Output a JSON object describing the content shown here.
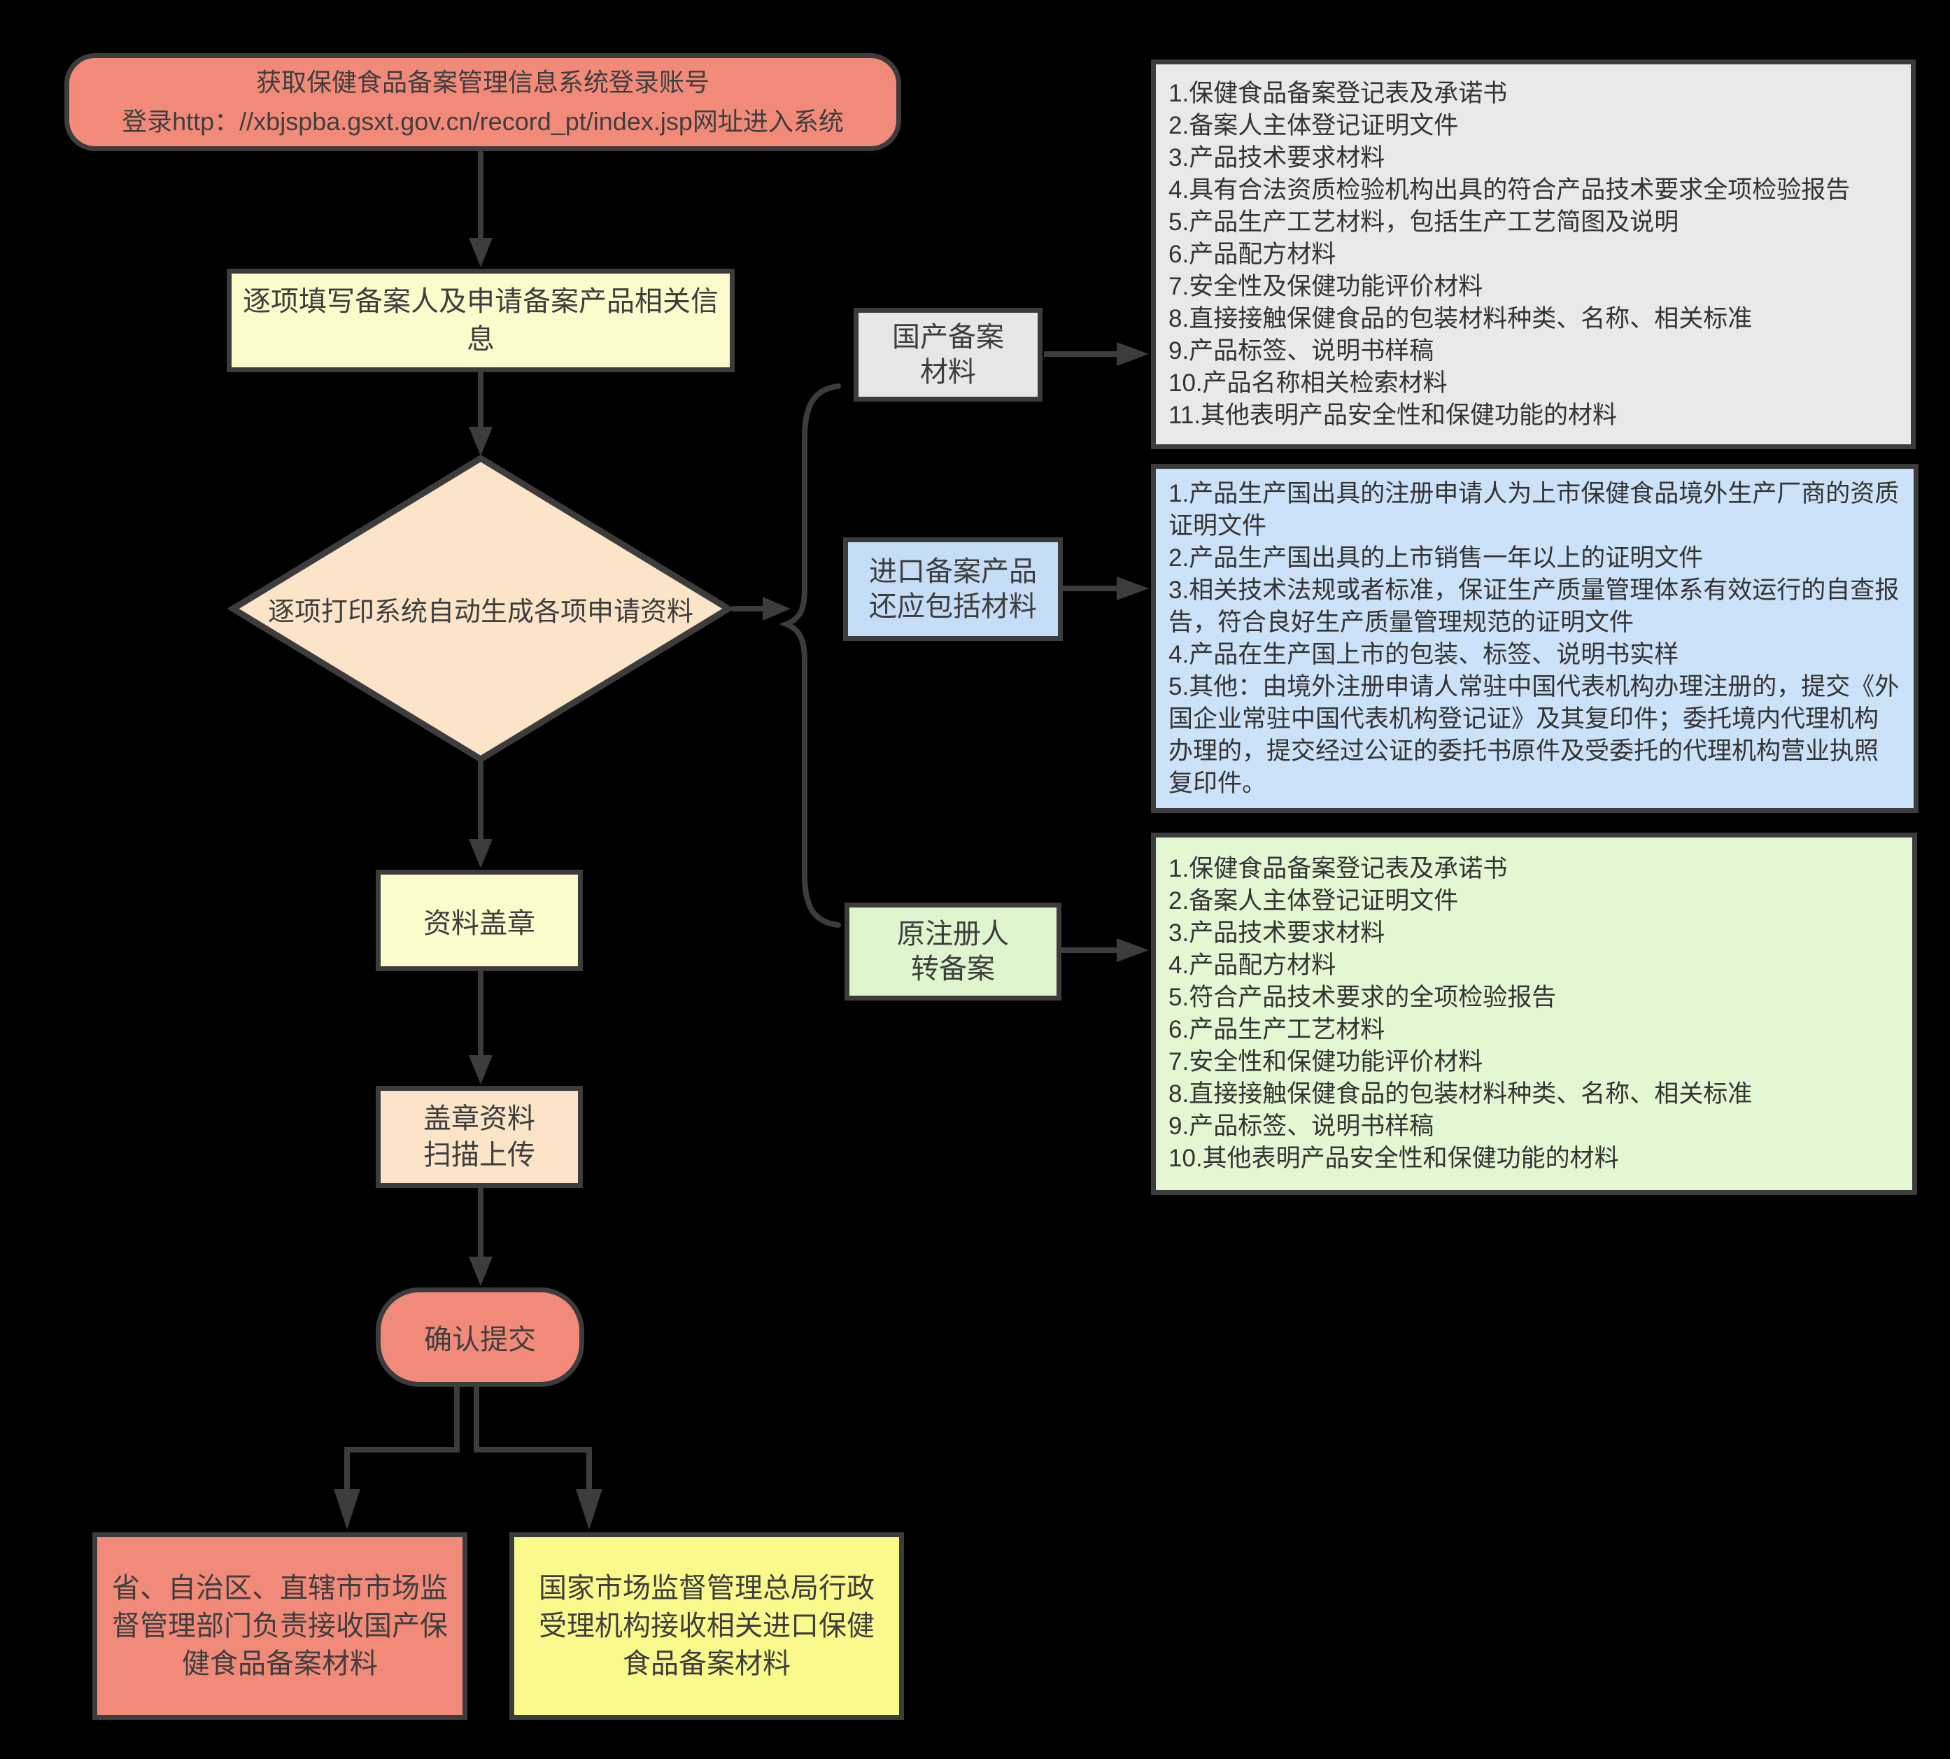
{
  "colors": {
    "background": "#000000",
    "salmon": "#F28A7A",
    "pale_yellow": "#FBFBCB",
    "peach": "#FCE4C8",
    "bright_yellow": "#FAFA8C",
    "gray": "#E9E9E9",
    "blue": "#CBE2F9",
    "green": "#E3F8D2",
    "outline": "#3C3C3C"
  },
  "flow": {
    "start_lines": [
      "获取保健食品备案管理信息系统登录账号",
      "登录http：//xbjspba.gsxt.gov.cn/record_pt/index.jsp网址进入系统"
    ],
    "fill_info": "逐项填写备案人及申请备案产品相关信息",
    "decision": "逐项打印系统自动生成各项申请资料",
    "stamp": "资料盖章",
    "scan_lines": [
      "盖章资料",
      "扫描上传"
    ],
    "submit": "确认提交",
    "receive_domestic": "省、自治区、直辖市市场监督管理部门负责接收国产保健食品备案材料",
    "receive_import": "国家市场监督管理总局行政受理机构接收相关进口保健食品备案材料"
  },
  "branches": {
    "domestic": {
      "label_lines": [
        "国产备案",
        "材料"
      ],
      "items": [
        "1.保健食品备案登记表及承诺书",
        "2.备案人主体登记证明文件",
        "3.产品技术要求材料",
        "4.具有合法资质检验机构出具的符合产品技术要求全项检验报告",
        "5.产品生产工艺材料，包括生产工艺简图及说明",
        "6.产品配方材料",
        "7.安全性及保健功能评价材料",
        "8.直接接触保健食品的包装材料种类、名称、相关标准",
        "9.产品标签、说明书样稿",
        "10.产品名称相关检索材料",
        "11.其他表明产品安全性和保健功能的材料"
      ]
    },
    "import": {
      "label_lines": [
        "进口备案产品",
        "还应包括材料"
      ],
      "items": [
        "1.产品生产国出具的注册申请人为上市保健食品境外生产厂商的资质证明文件",
        "2.产品生产国出具的上市销售一年以上的证明文件",
        "3.相关技术法规或者标准，保证生产质量管理体系有效运行的自查报告，符合良好生产质量管理规范的证明文件",
        "4.产品在生产国上市的包装、标签、说明书实样",
        "5.其他：由境外注册申请人常驻中国代表机构办理注册的，提交《外国企业常驻中国代表机构登记证》及其复印件；委托境内代理机构办理的，提交经过公证的委托书原件及受委托的代理机构营业执照复印件。"
      ]
    },
    "transfer": {
      "label_lines": [
        "原注册人",
        "转备案"
      ],
      "items": [
        "1.保健食品备案登记表及承诺书",
        "2.备案人主体登记证明文件",
        "3.产品技术要求材料",
        "4.产品配方材料",
        "5.符合产品技术要求的全项检验报告",
        "6.产品生产工艺材料",
        "7.安全性和保健功能评价材料",
        "8.直接接触保健食品的包装材料种类、名称、相关标准",
        "9.产品标签、说明书样稿",
        "10.其他表明产品安全性和保健功能的材料"
      ]
    }
  }
}
